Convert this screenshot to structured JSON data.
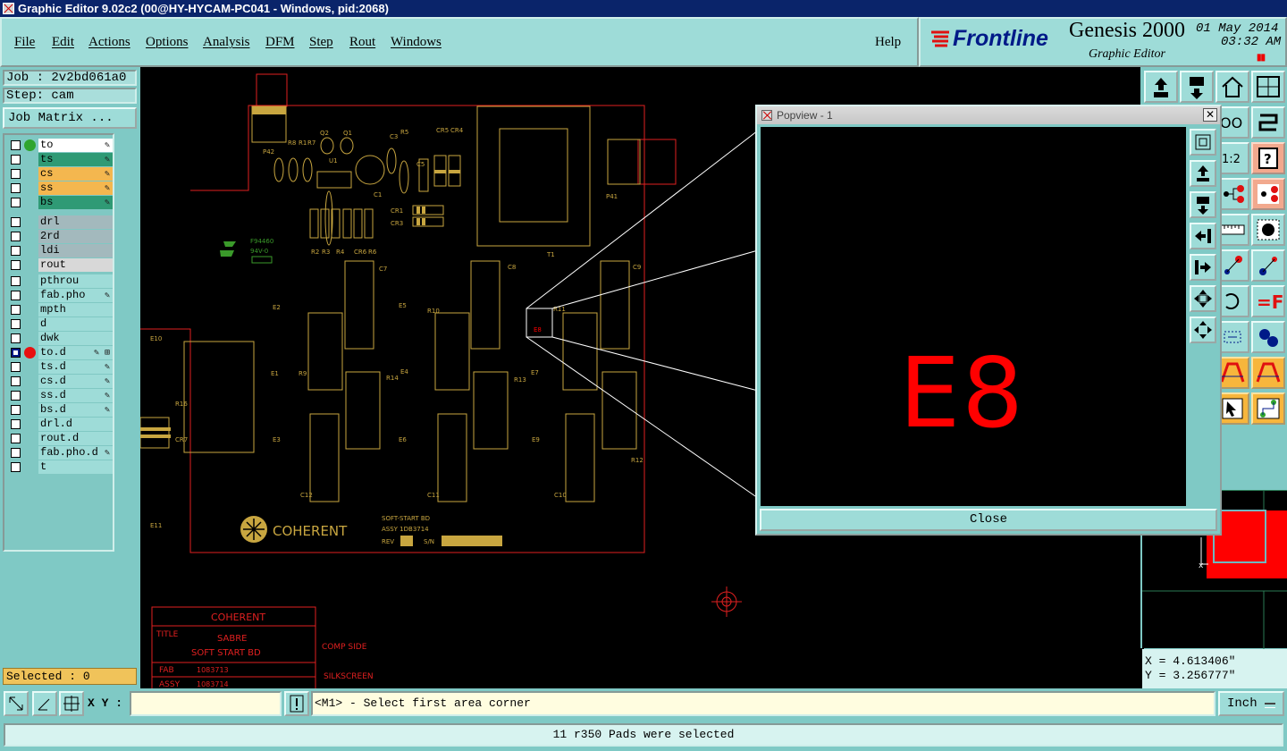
{
  "window": {
    "title": "Graphic Editor 9.02c2 (00@HY-HYCAM-PC041 - Windows, pid:2068)"
  },
  "menu": {
    "items": [
      "File",
      "Edit",
      "Actions",
      "Options",
      "Analysis",
      "DFM",
      "Step",
      "Rout",
      "Windows"
    ],
    "help": "Help"
  },
  "brand": {
    "logo": "Frontline",
    "product": "Genesis 2000",
    "subtitle": "Graphic Editor",
    "date": "01 May 2014",
    "time": "03:32 AM"
  },
  "job": {
    "job_label": "Job : 2v2bd061a0",
    "step_label": "Step: cam",
    "matrix_button": "Job Matrix ..."
  },
  "layers": [
    {
      "name": "to",
      "bg": "#ffffff",
      "dot": "#2fa52f",
      "flag": "✎",
      "checked": false
    },
    {
      "name": "ts",
      "bg": "#2f9a75",
      "dot": "",
      "flag": "✎",
      "checked": false
    },
    {
      "name": "cs",
      "bg": "#f4b74f",
      "dot": "",
      "flag": "✎",
      "checked": false
    },
    {
      "name": "ss",
      "bg": "#f4b74f",
      "dot": "",
      "flag": "✎",
      "checked": false
    },
    {
      "name": "bs",
      "bg": "#2f9a75",
      "dot": "",
      "flag": "✎",
      "checked": false
    },
    {
      "name": "drl",
      "bg": "#a3b9bd",
      "dot": "",
      "flag": "",
      "checked": false
    },
    {
      "name": "2rd",
      "bg": "#a3b9bd",
      "dot": "",
      "flag": "",
      "checked": false
    },
    {
      "name": "ldi",
      "bg": "#a3b9bd",
      "dot": "",
      "flag": "",
      "checked": false
    },
    {
      "name": "rout",
      "bg": "#d8d8d8",
      "dot": "",
      "flag": "",
      "checked": false
    },
    {
      "name": "pthrou",
      "bg": "#9edcd8",
      "dot": "",
      "flag": "",
      "checked": false
    },
    {
      "name": "fab.pho",
      "bg": "#9edcd8",
      "dot": "",
      "flag": "✎",
      "checked": false
    },
    {
      "name": "mpth",
      "bg": "#9edcd8",
      "dot": "",
      "flag": "",
      "checked": false
    },
    {
      "name": "d",
      "bg": "#9edcd8",
      "dot": "",
      "flag": "",
      "checked": false
    },
    {
      "name": "dwk",
      "bg": "#9edcd8",
      "dot": "",
      "flag": "",
      "checked": false
    },
    {
      "name": "to.d",
      "bg": "#9edcd8",
      "dot": "#e81010",
      "flag": "✎ ⊞",
      "checked": true
    },
    {
      "name": "ts.d",
      "bg": "#9edcd8",
      "dot": "",
      "flag": "✎",
      "checked": false
    },
    {
      "name": "cs.d",
      "bg": "#9edcd8",
      "dot": "",
      "flag": "✎",
      "checked": false
    },
    {
      "name": "ss.d",
      "bg": "#9edcd8",
      "dot": "",
      "flag": "✎",
      "checked": false
    },
    {
      "name": "bs.d",
      "bg": "#9edcd8",
      "dot": "",
      "flag": "✎",
      "checked": false
    },
    {
      "name": "drl.d",
      "bg": "#9edcd8",
      "dot": "",
      "flag": "",
      "checked": false
    },
    {
      "name": "rout.d",
      "bg": "#9edcd8",
      "dot": "",
      "flag": "",
      "checked": false
    },
    {
      "name": "fab.pho.d",
      "bg": "#9edcd8",
      "dot": "",
      "flag": "✎",
      "checked": false
    },
    {
      "name": "t",
      "bg": "#9edcd8",
      "dot": "",
      "flag": "",
      "checked": false
    }
  ],
  "selected": "Selected : 0",
  "board": {
    "labels": {
      "p42": "P42",
      "p41": "P41",
      "t1": "T1",
      "q2": "Q2",
      "q1": "Q1",
      "u1": "U1",
      "c1": "C1",
      "c3": "C3",
      "c5": "C5",
      "r5": "R5",
      "cr5": "CR5",
      "cr4": "CR4",
      "cr1": "CR1",
      "cr3": "CR3",
      "r8": "R8",
      "r1": "R1",
      "r7": "R7",
      "r2": "R2",
      "r3": "R3",
      "r4": "R4",
      "cr6": "CR6",
      "r6": "R6",
      "c7": "C7",
      "c8": "C8",
      "c9": "C9",
      "r10": "R10",
      "r11": "R11",
      "r9": "R9",
      "r13": "R13",
      "r14": "R14",
      "r16": "R16",
      "cr7": "CR7",
      "c10": "C10",
      "c11": "C11",
      "c12": "C12",
      "r12": "R12",
      "e1": "E1",
      "e2": "E2",
      "e3": "E3",
      "e4": "E4",
      "e5": "E5",
      "e6": "E6",
      "e7": "E7",
      "e8": "E8",
      "e9": "E9",
      "e10": "E10",
      "e11": "E11",
      "ul": "94V-0",
      "pn": "F94460"
    },
    "logo_text": "COHERENT",
    "softstart": "SOFT-START BD",
    "assy": "ASSY 1DB3714",
    "rev": "REV",
    "sn": "S/N",
    "titleblock": {
      "company": "COHERENT",
      "title_label": "TITLE",
      "title1": "SABRE",
      "title2": "SOFT START BD",
      "fab_label": "FAB",
      "fab_val": "1083713",
      "assy_label": "ASSY",
      "assy_val": "1083714"
    },
    "side_notes": {
      "comp_side": "COMP SIDE",
      "silkscreen": "SILKSCREEN"
    }
  },
  "popview": {
    "title": "Popview - 1",
    "label": "E8",
    "close": "Close"
  },
  "coords": {
    "x": "X = 4.613406\"",
    "y": "Y = 3.256777\""
  },
  "bottom": {
    "xy_label": "X Y :",
    "xy_value": "",
    "prompt": "<M1> - Select first area corner",
    "unit": "Inch"
  },
  "status": "11 r350 Pads were selected",
  "icons": [
    "resize-icon",
    "edit-icon",
    "snap-icon",
    "alert-icon",
    "zoom-icon",
    "home-icon"
  ]
}
